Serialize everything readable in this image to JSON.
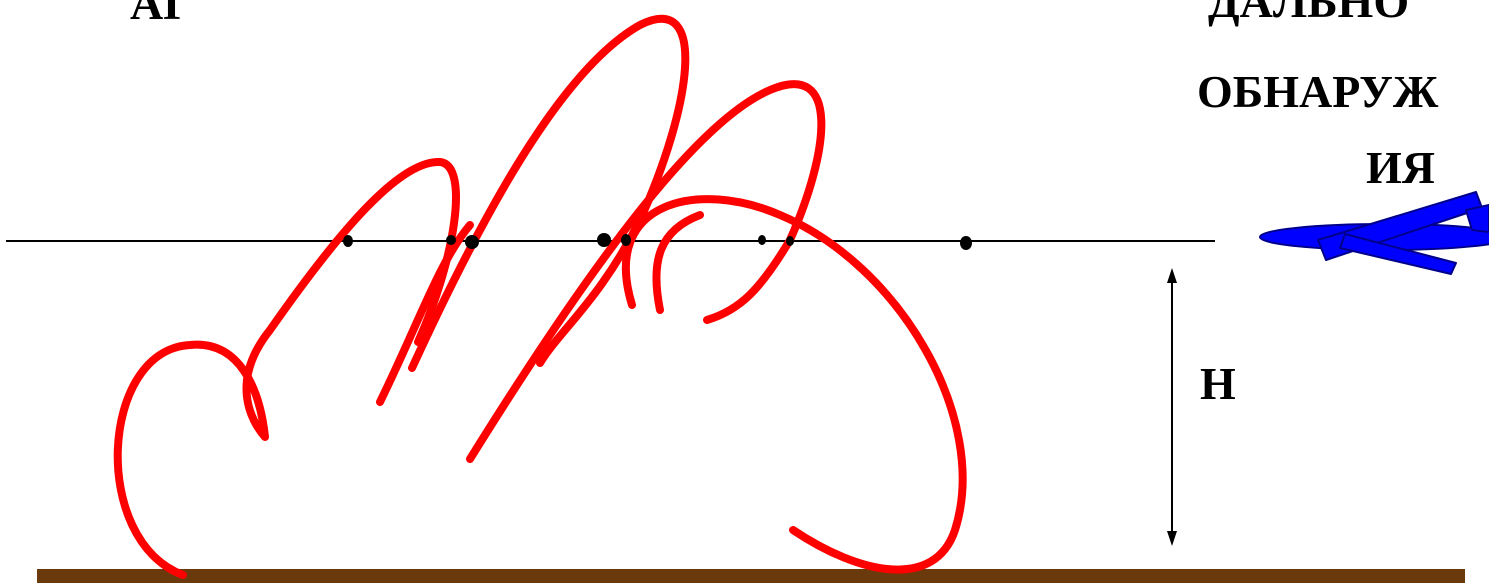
{
  "labels": {
    "top_left_fragment": "АГ",
    "top_right_lines": [
      "ДАЛЬНО",
      "ОБНАРУЖ",
      "ИЯ"
    ],
    "height_label": "H"
  },
  "colors": {
    "burst_trails": "#ff0000",
    "aircraft": "#0000ff",
    "ground": "#6b3a0c",
    "detection_line": "#000000",
    "detection_points": "#000000"
  },
  "icons": {
    "aircraft": "aircraft-icon"
  }
}
